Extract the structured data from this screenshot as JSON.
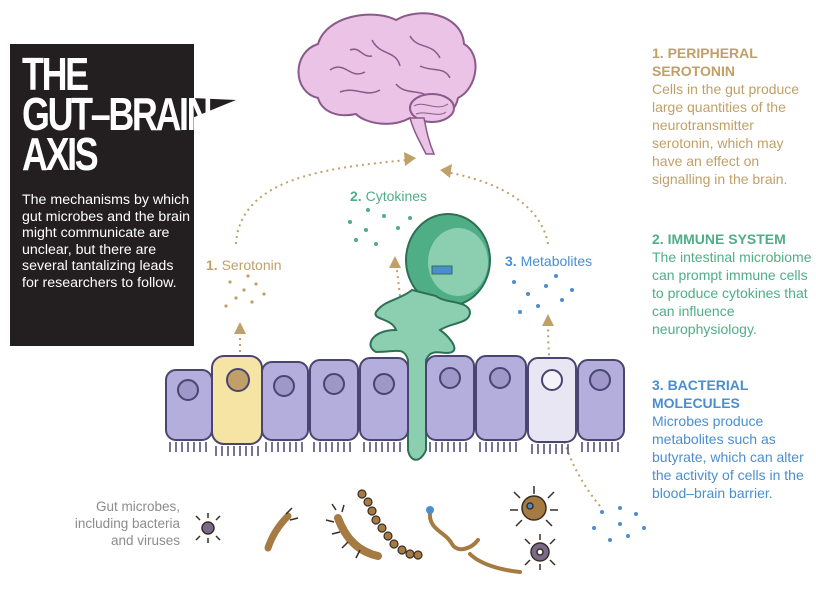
{
  "title": {
    "lines": [
      "THE",
      "GUT–BRAIN",
      "AXIS"
    ],
    "description": "The mechanisms by which gut microbes and the brain might communicate are unclear, but there are several tantalizing leads for researchers to follow."
  },
  "pathway_labels": {
    "serotonin": {
      "num": "1.",
      "text": "Serotonin"
    },
    "cytokines": {
      "num": "2.",
      "text": "Cytokines"
    },
    "metabolites": {
      "num": "3.",
      "text": "Metabolites"
    }
  },
  "microbes_label": "Gut microbes, including bacteria and viruses",
  "side_notes": [
    {
      "heading": "1. Peripheral serotonin",
      "body": "Cells in the gut produce large quantities of the neurotransmitter serotonin, which may have an effect on signalling in the brain."
    },
    {
      "heading": "2. Immune system",
      "body": "The intestinal microbiome can prompt immune cells to produce cytokines that can influence neurophysiology."
    },
    {
      "heading": "3. Bacterial molecules",
      "body": "Microbes produce metabolites such as butyrate, which can alter the activity of cells in the blood–brain barrier."
    }
  ],
  "colors": {
    "serotonin": "#c0a068",
    "immune": "#4fae86",
    "metabolites": "#4b8ecf",
    "cells": "#b3aedb",
    "brain": "#eac3e6",
    "title_bg": "#231f20"
  }
}
